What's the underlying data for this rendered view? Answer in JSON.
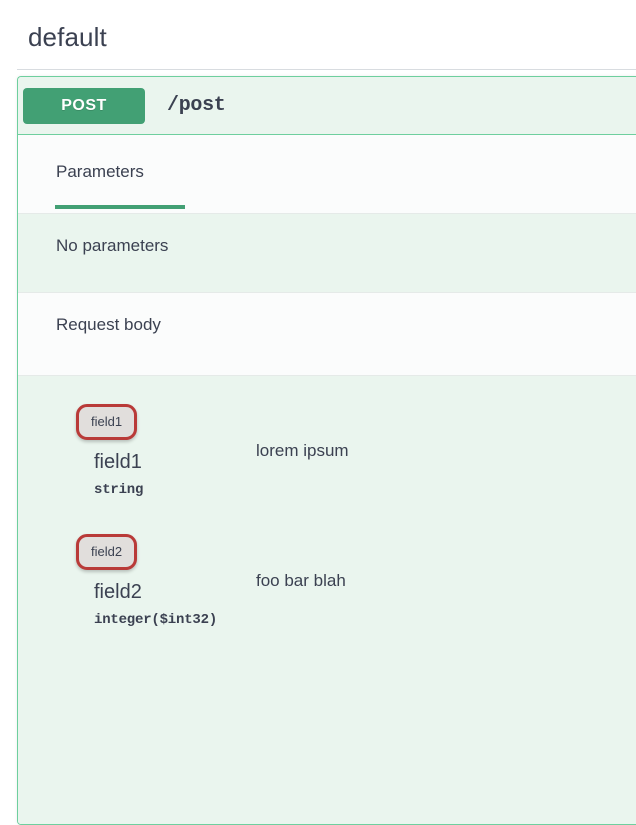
{
  "tag": {
    "title": "default"
  },
  "operation": {
    "method": "POST",
    "path": "/post",
    "tabs": [
      {
        "label": "Parameters",
        "active": true
      }
    ],
    "sections": {
      "no_parameters": "No parameters",
      "request_body": "Request body"
    },
    "parameters": [
      {
        "chip": "field1",
        "name": "field1",
        "type": "string",
        "description": "lorem ipsum"
      },
      {
        "chip": "field2",
        "name": "field2",
        "type": "integer($int32)",
        "description": "foo bar blah"
      }
    ]
  },
  "colors": {
    "method_post": "#42a074",
    "panel_border": "#6ecf9e",
    "panel_bg": "#eaf5ee",
    "row_bg": "#fbfcfc",
    "chip_border": "#b93a38",
    "chip_bg": "#e1dedc",
    "text": "#3b4151",
    "rule": "#d8dce0"
  }
}
